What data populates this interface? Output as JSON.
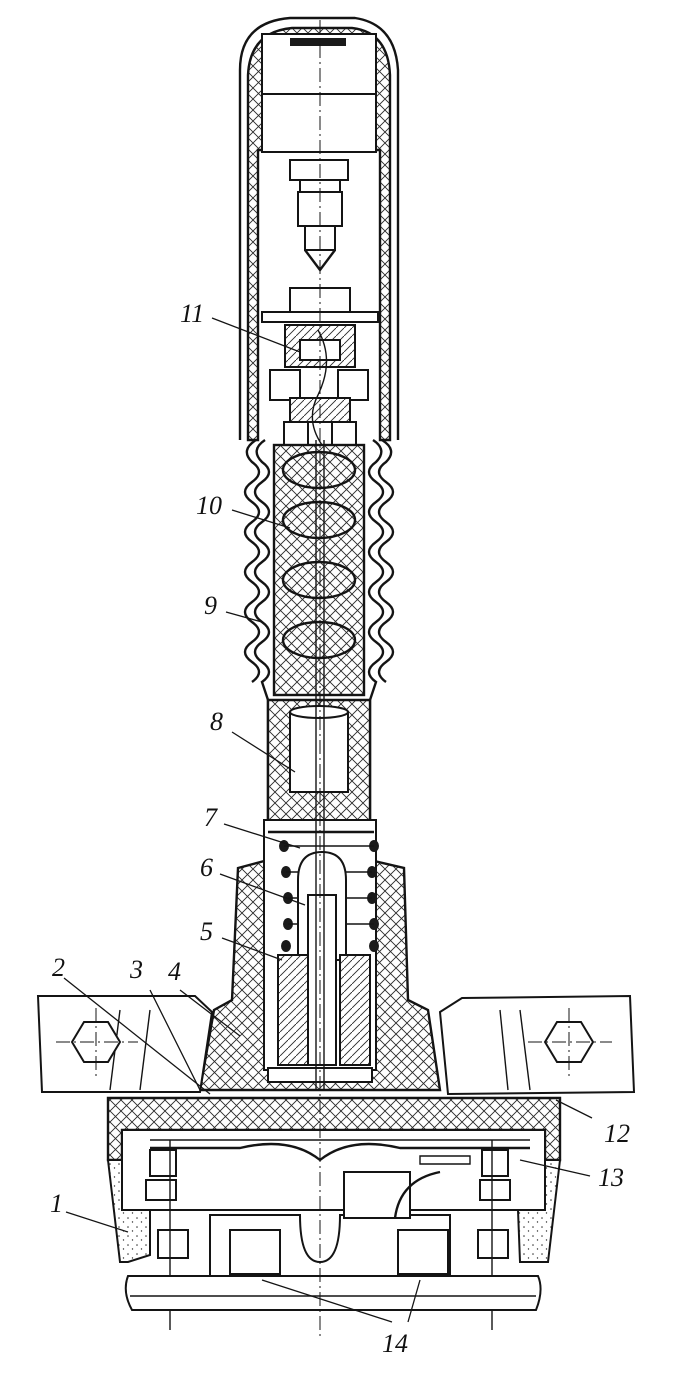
{
  "figure": {
    "callouts": [
      {
        "id": "c1",
        "text": "1"
      },
      {
        "id": "c2",
        "text": "2"
      },
      {
        "id": "c3",
        "text": "3"
      },
      {
        "id": "c4",
        "text": "4"
      },
      {
        "id": "c5",
        "text": "5"
      },
      {
        "id": "c6",
        "text": "6"
      },
      {
        "id": "c7",
        "text": "7"
      },
      {
        "id": "c8",
        "text": "8"
      },
      {
        "id": "c9",
        "text": "9"
      },
      {
        "id": "c10",
        "text": "10"
      },
      {
        "id": "c11",
        "text": "11"
      },
      {
        "id": "c12",
        "text": "12"
      },
      {
        "id": "c13",
        "text": "13"
      },
      {
        "id": "c14",
        "text": "14"
      }
    ]
  }
}
